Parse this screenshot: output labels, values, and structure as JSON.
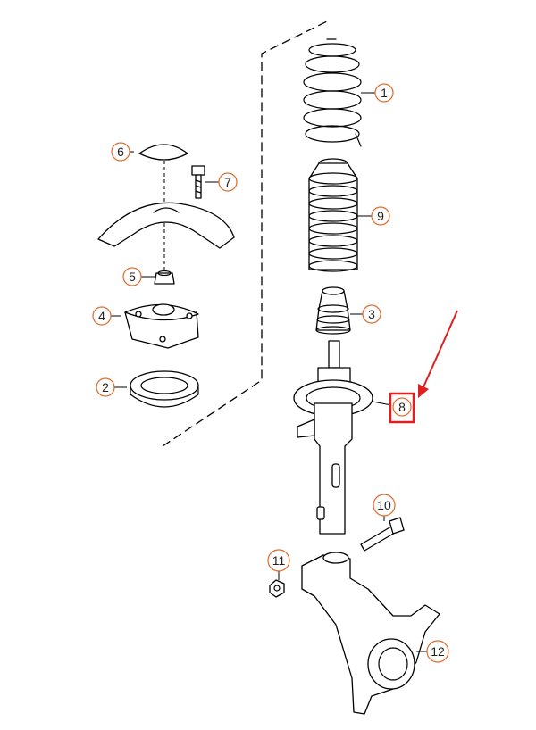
{
  "diagram": {
    "callouts": [
      {
        "id": "c1",
        "label": "1"
      },
      {
        "id": "c2",
        "label": "2"
      },
      {
        "id": "c3",
        "label": "3"
      },
      {
        "id": "c4",
        "label": "4"
      },
      {
        "id": "c5",
        "label": "5"
      },
      {
        "id": "c6",
        "label": "6"
      },
      {
        "id": "c7",
        "label": "7"
      },
      {
        "id": "c8",
        "label": "8"
      },
      {
        "id": "c9",
        "label": "9"
      },
      {
        "id": "c10",
        "label": "10"
      },
      {
        "id": "c11",
        "label": "11"
      },
      {
        "id": "c12",
        "label": "12"
      }
    ],
    "highlight": {
      "target": "8",
      "box_color": "#e02020",
      "arrow_color": "#e02020"
    },
    "colors": {
      "callout_ring": "#e06a2c",
      "ink": "#000000"
    }
  }
}
